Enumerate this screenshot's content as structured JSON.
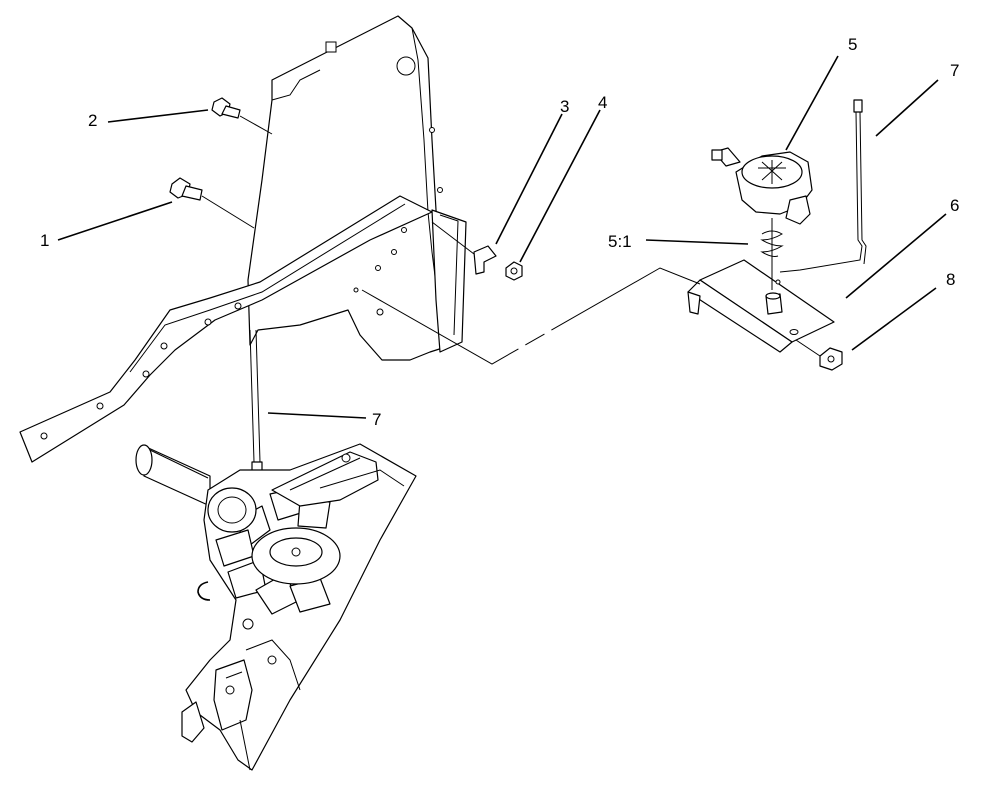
{
  "callouts": {
    "c1": "1",
    "c2": "2",
    "c3": "3",
    "c4": "4",
    "c5": "5",
    "c5_1": "5:1",
    "c6": "6",
    "c7_top": "7",
    "c7_mid": "7",
    "c8": "8"
  }
}
